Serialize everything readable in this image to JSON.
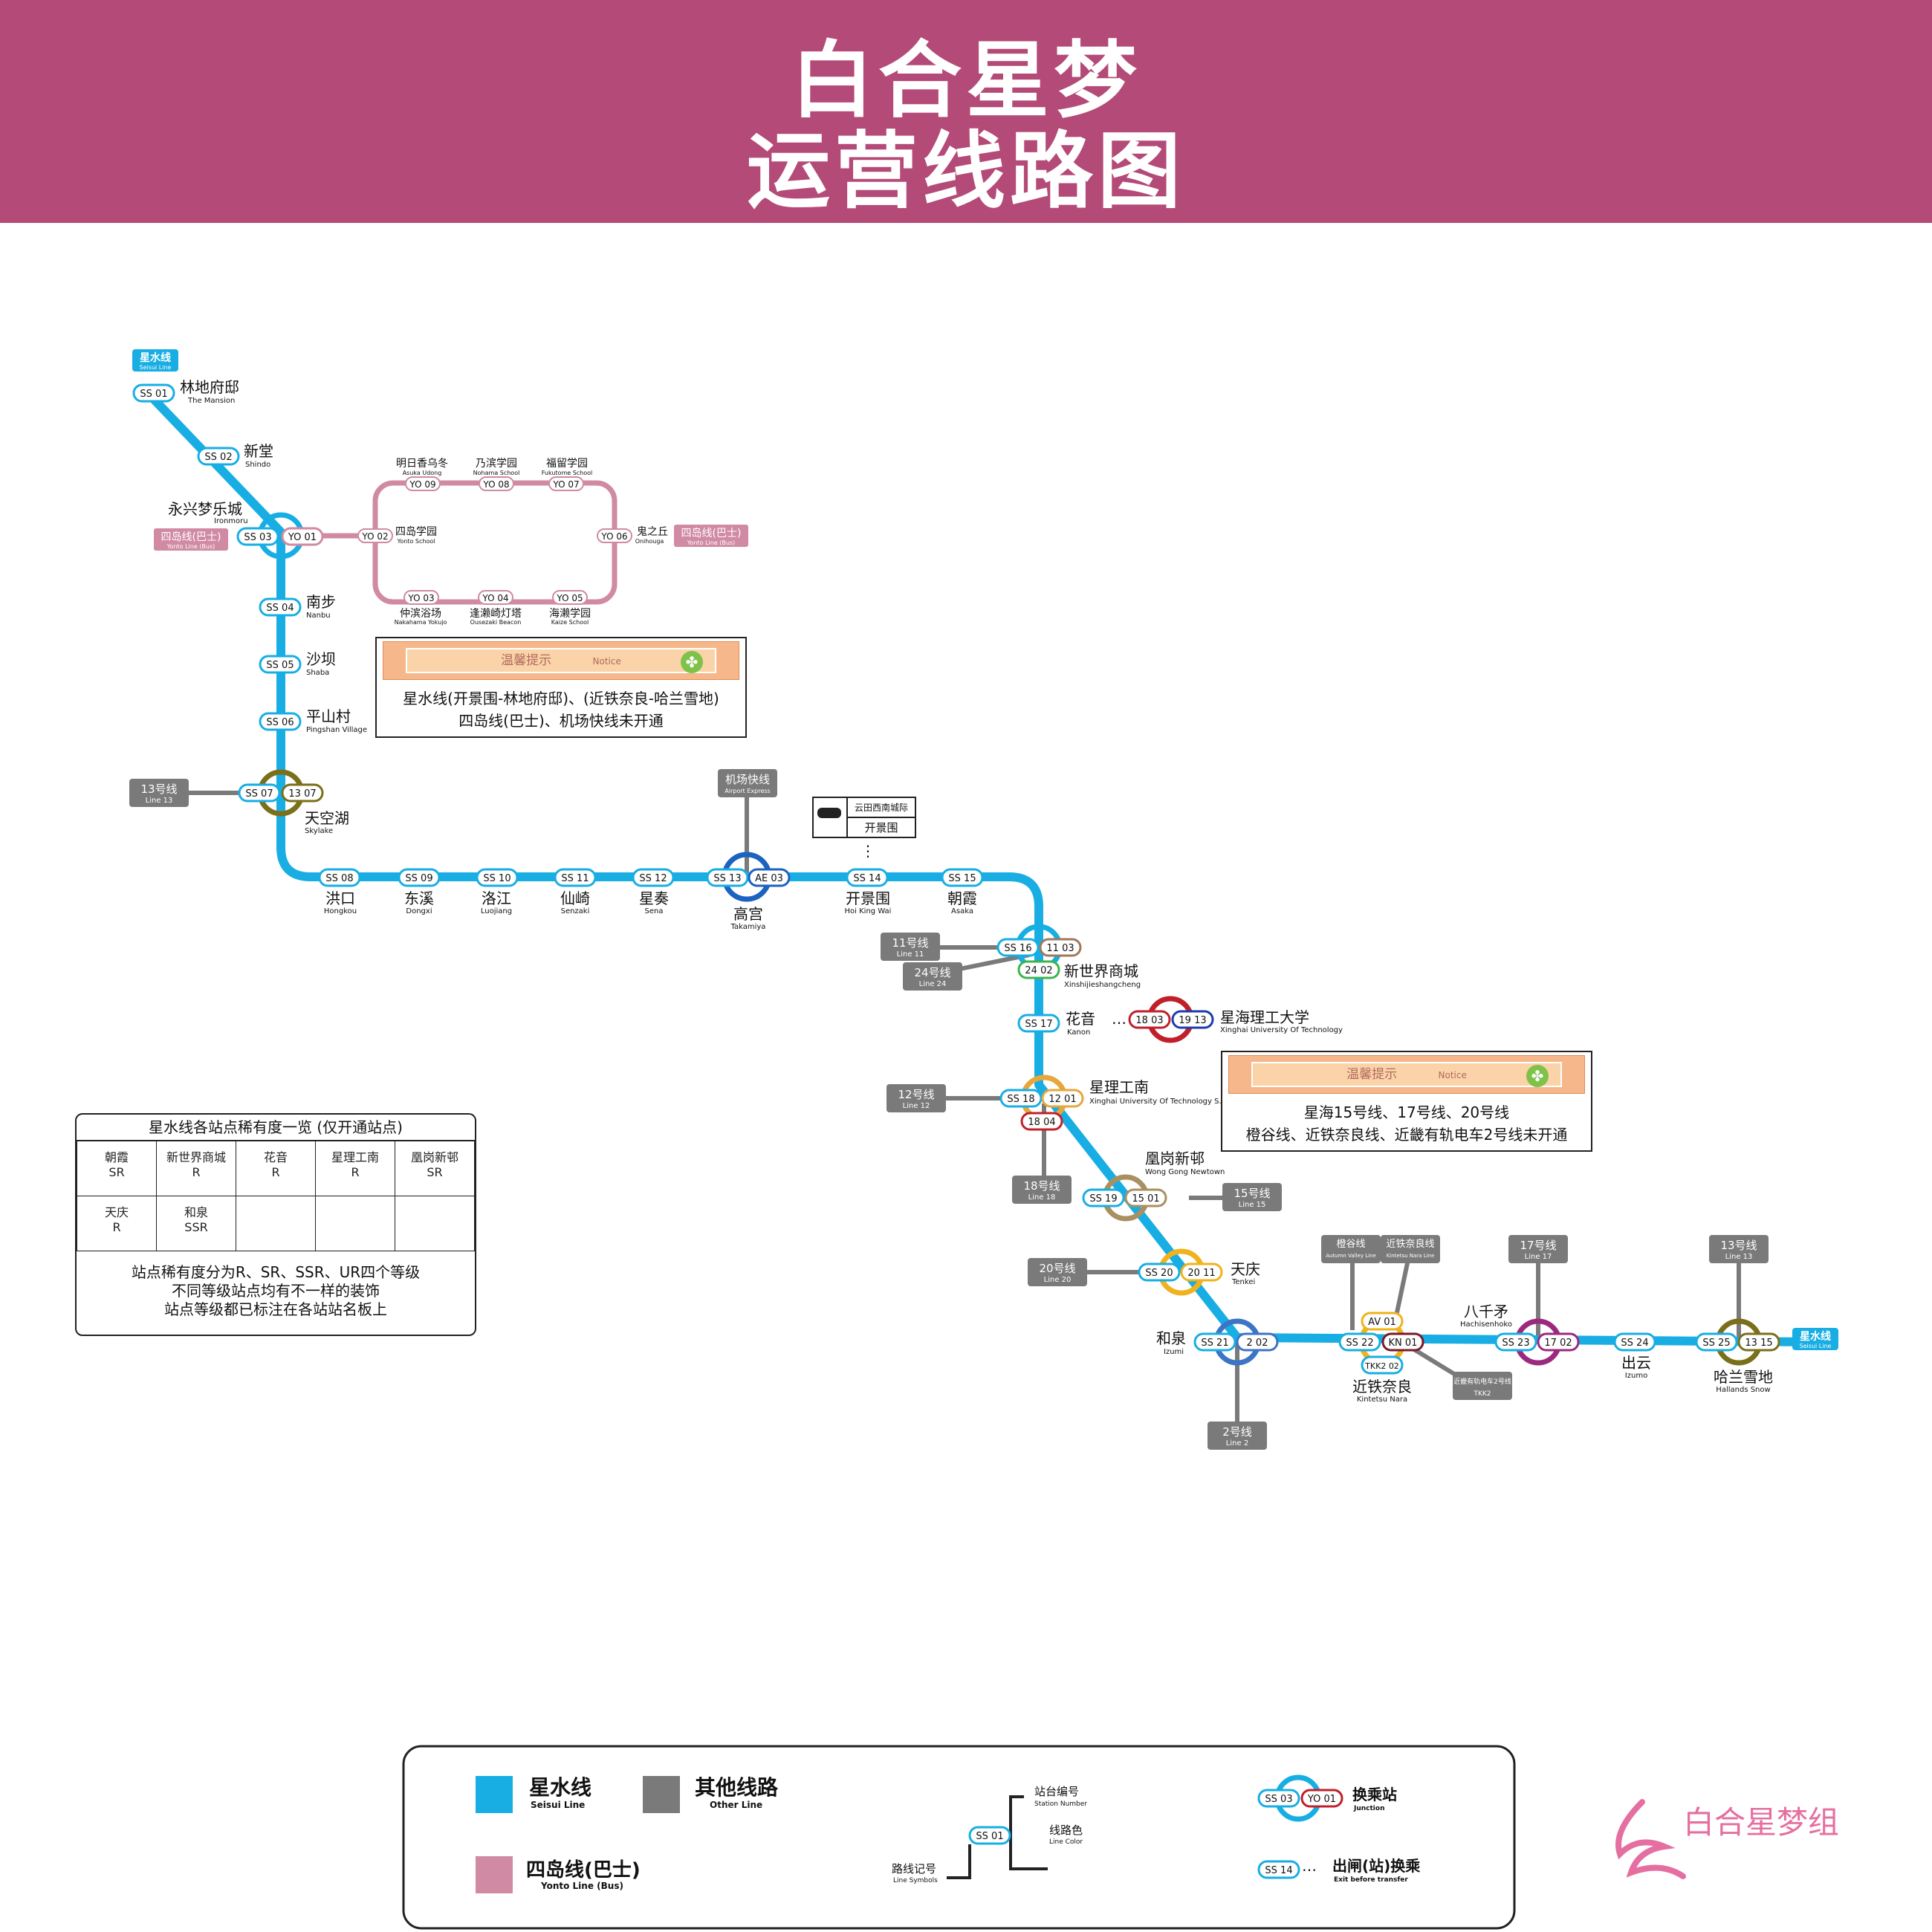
{
  "title": {
    "line1": "白合星梦",
    "line2": "运营线路图"
  },
  "colors": {
    "header": "#b44a77",
    "seisui": "#18aee3",
    "yonto": "#d08aa3",
    "other": "#7a7a7a",
    "notice": "#f6b78a"
  },
  "ss_line": {
    "badge_cn": "星水线",
    "badge_en": "Seisui Line"
  },
  "stations": [
    {
      "code": "SS 01",
      "cn": "林地府邸",
      "en": "The Mansion"
    },
    {
      "code": "SS 02",
      "cn": "新堂",
      "en": "Shindo"
    },
    {
      "code": "SS 03",
      "cn": "永兴梦乐城",
      "en": "Ironmoru"
    },
    {
      "code": "SS 04",
      "cn": "南步",
      "en": "Nanbu"
    },
    {
      "code": "SS 05",
      "cn": "沙坝",
      "en": "Shaba"
    },
    {
      "code": "SS 06",
      "cn": "平山村",
      "en": "Pingshan Village"
    },
    {
      "code": "SS 07",
      "cn": "天空湖",
      "en": "Skylake"
    },
    {
      "code": "SS 08",
      "cn": "洪口",
      "en": "Hongkou"
    },
    {
      "code": "SS 09",
      "cn": "东溪",
      "en": "Dongxi"
    },
    {
      "code": "SS 10",
      "cn": "洛江",
      "en": "Luojiang"
    },
    {
      "code": "SS 11",
      "cn": "仙崎",
      "en": "Senzaki"
    },
    {
      "code": "SS 12",
      "cn": "星奏",
      "en": "Sena"
    },
    {
      "code": "SS 13",
      "cn": "高宫",
      "en": "Takamiya"
    },
    {
      "code": "SS 14",
      "cn": "开景围",
      "en": "Hoi King Wai"
    },
    {
      "code": "SS 15",
      "cn": "朝霞",
      "en": "Asaka"
    },
    {
      "code": "SS 16",
      "cn": "新世界商城",
      "en": "Xinshijieshangcheng"
    },
    {
      "code": "SS 17",
      "cn": "花音",
      "en": "Kanon"
    },
    {
      "code": "SS 18",
      "cn": "星理工南",
      "en": "Xinghai University Of Technology S."
    },
    {
      "code": "SS 19",
      "cn": "凰岗新邨",
      "en": "Wong Gong Newtown"
    },
    {
      "code": "SS 20",
      "cn": "天庆",
      "en": "Tenkei"
    },
    {
      "code": "SS 21",
      "cn": "和泉",
      "en": "Izumi"
    },
    {
      "code": "SS 22",
      "cn": "近铁奈良",
      "en": "Kintetsu Nara"
    },
    {
      "code": "SS 23",
      "cn": "八千矛",
      "en": "Hachisenhoko"
    },
    {
      "code": "SS 24",
      "cn": "出云",
      "en": "Izumo"
    },
    {
      "code": "SS 25",
      "cn": "哈兰雪地",
      "en": "Hallands Snow"
    }
  ],
  "transfer_codes": {
    "yo01": "YO 01",
    "l1307": "13 07",
    "ae03": "AE 03",
    "l1103": "11 03",
    "l2402": "24 02",
    "l1201": "12 01",
    "l1804": "18 04",
    "l1501": "15 01",
    "l2011": "20 11",
    "l202": "2 02",
    "av01": "AV 01",
    "kn01": "KN 01",
    "tkk202": "TKK2 02",
    "l1702": "17 02",
    "l1315": "13 15",
    "l1803": "18 03",
    "l1913": "19 13"
  },
  "yonto": {
    "stations": [
      {
        "code": "YO 02",
        "cn": "四岛学园",
        "en": "Yonto School"
      },
      {
        "code": "YO 09",
        "cn": "明日香乌冬",
        "en": "Asuka Udong"
      },
      {
        "code": "YO 08",
        "cn": "乃滨学园",
        "en": "Nohama School"
      },
      {
        "code": "YO 07",
        "cn": "福留学园",
        "en": "Fukutome School"
      },
      {
        "code": "YO 06",
        "cn": "鬼之丘",
        "en": "Onihouga"
      },
      {
        "code": "YO 03",
        "cn": "仲滨浴场",
        "en": "Nakahama Yokujo"
      },
      {
        "code": "YO 04",
        "cn": "逢濑崎灯塔",
        "en": "Ousezaki Beacon"
      },
      {
        "code": "YO 05",
        "cn": "海濑学园",
        "en": "Kaize School"
      }
    ],
    "tag_cn": "四岛线(巴士)",
    "tag_en": "Yonto Line (Bus)"
  },
  "other_lines": [
    {
      "key": "l13a",
      "cn": "13号线",
      "en": "Line 13"
    },
    {
      "key": "airport",
      "cn": "机场快线",
      "en": "Airport Express"
    },
    {
      "key": "l11",
      "cn": "11号线",
      "en": "Line 11"
    },
    {
      "key": "l24",
      "cn": "24号线",
      "en": "Line 24"
    },
    {
      "key": "l12",
      "cn": "12号线",
      "en": "Line 12"
    },
    {
      "key": "l18",
      "cn": "18号线",
      "en": "Line 18"
    },
    {
      "key": "l15",
      "cn": "15号线",
      "en": "Line 15"
    },
    {
      "key": "l20",
      "cn": "20号线",
      "en": "Line 20"
    },
    {
      "key": "l2",
      "cn": "2号线",
      "en": "Line 2"
    },
    {
      "key": "autumn",
      "cn": "橙谷线",
      "en": "Autumn Valley Line"
    },
    {
      "key": "ktnara",
      "cn": "近铁奈良线",
      "en": "Kintetsu Nara Line"
    },
    {
      "key": "tkk2",
      "cn": "近畿有轨电车2号线",
      "en": "TKK2"
    },
    {
      "key": "l17",
      "cn": "17号线",
      "en": "Line 17"
    },
    {
      "key": "l13b",
      "cn": "13号线",
      "en": "Line 13"
    }
  ],
  "xinghai_univ": {
    "cn": "星海理工大学",
    "en": "Xinghai University Of Technology"
  },
  "rail_transfer": {
    "top": "云田西南城际",
    "bottom": "开景围"
  },
  "notice1": {
    "title_cn": "温馨提示",
    "title_en": "Notice",
    "line1": "星水线(开景围-林地府邸)、(近铁奈良-哈兰雪地)",
    "line2": "四岛线(巴士)、机场快线未开通"
  },
  "notice2": {
    "title_cn": "温馨提示",
    "title_en": "Notice",
    "line1": "星海15号线、17号线、20号线",
    "line2": "橙谷线、近铁奈良线、近畿有轨电车2号线未开通"
  },
  "rarity": {
    "title": "星水线各站点稀有度一览 (仅开通站点)",
    "cells": [
      {
        "name": "朝霞",
        "grade": "SR"
      },
      {
        "name": "新世界商城",
        "grade": "R"
      },
      {
        "name": "花音",
        "grade": "R"
      },
      {
        "name": "星理工南",
        "grade": "R"
      },
      {
        "name": "凰岗新邨",
        "grade": "SR"
      },
      {
        "name": "天庆",
        "grade": "R"
      },
      {
        "name": "和泉",
        "grade": "SSR"
      }
    ],
    "note1": "站点稀有度分为R、SR、SSR、UR四个等级",
    "note2": "不同等级站点均有不一样的装饰",
    "note3": "站点等级都已标注在各站站名板上"
  },
  "legend": {
    "seisui_cn": "星水线",
    "seisui_en": "Seisui Line",
    "other_cn": "其他线路",
    "other_en": "Other Line",
    "yonto_cn": "四岛线(巴士)",
    "yonto_en": "Yonto Line (Bus)",
    "station_number_cn": "站台编号",
    "station_number_en": "Station Number",
    "line_color_cn": "线路色",
    "line_color_en": "Line Color",
    "line_symbol_cn": "路线记号",
    "line_symbol_en": "Line Symbols",
    "sample_code": "SS 01",
    "junction_cn": "换乘站",
    "junction_en": "Junction",
    "junction_code_a": "SS 03",
    "junction_code_b": "YO 01",
    "exit_cn": "出闸(站)换乘",
    "exit_en": "Exit before transfer",
    "exit_code": "SS 14"
  },
  "brand": "白合星梦组"
}
